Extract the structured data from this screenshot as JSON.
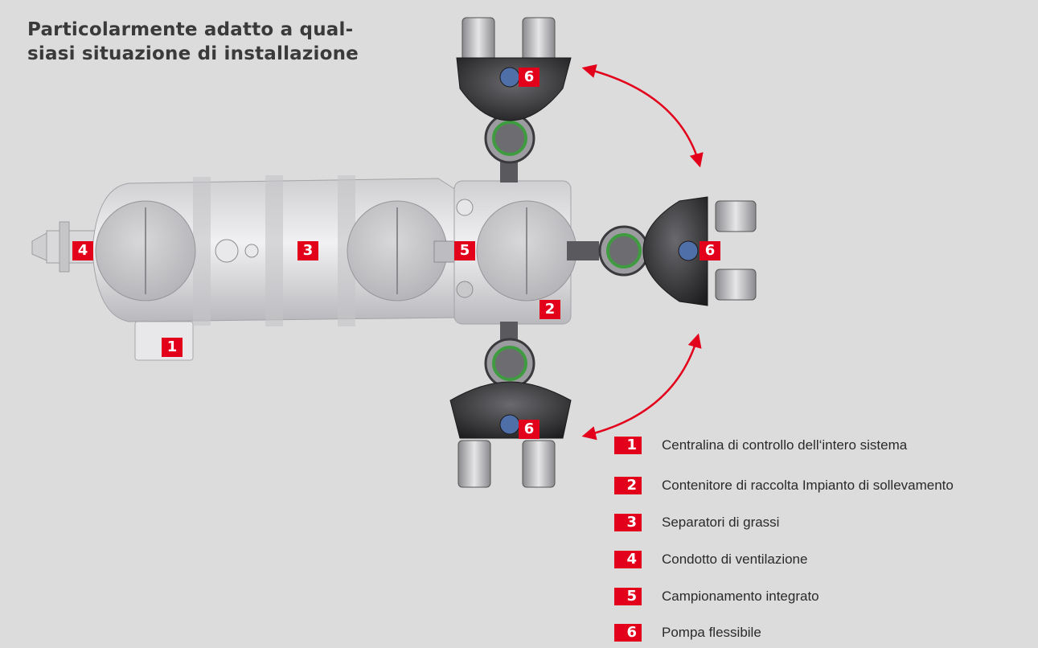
{
  "title": {
    "line1": "Particolarmente adatto a qual-",
    "line2": "siasi situazione di installazione"
  },
  "colors": {
    "background": "#dcdcdd",
    "accent_red": "#e3001b",
    "tank_light": "#e4e4e6",
    "pump_dark": "#3a3a3a",
    "valve_green": "#3f9b3f"
  },
  "callouts": {
    "c1": "1",
    "c2": "2",
    "c3": "3",
    "c4": "4",
    "c5": "5",
    "c6_top": "6",
    "c6_right": "6",
    "c6_bottom": "6"
  },
  "legend": [
    {
      "num": "1",
      "text": "Centralina di controllo dell‘intero sistema"
    },
    {
      "num": "2",
      "text": "Contenitore di raccolta Impianto di sollevamento"
    },
    {
      "num": "3",
      "text": "Separatori di grassi"
    },
    {
      "num": "4",
      "text": "Condotto di ventilazione"
    },
    {
      "num": "5",
      "text": "Campionamento integrato"
    },
    {
      "num": "6",
      "text": "Pompa flessibile"
    }
  ]
}
